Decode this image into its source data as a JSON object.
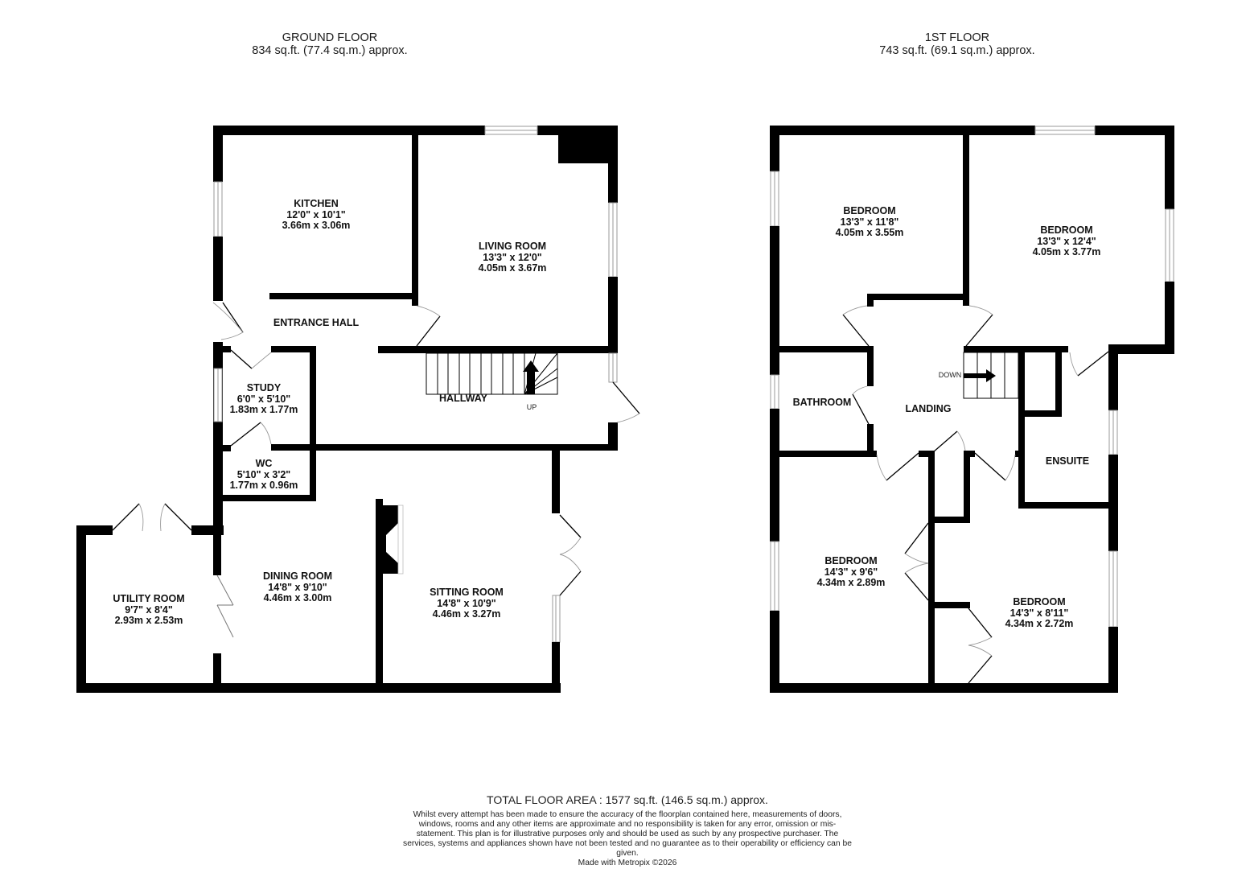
{
  "ground_floor": {
    "name": "GROUND FLOOR",
    "area": "834 sq.ft. (77.4 sq.m.) approx.",
    "rooms": [
      {
        "name": "KITCHEN",
        "imperial": "12'0\"  x 10'1\"",
        "metric": "3.66m  x 3.06m"
      },
      {
        "name": "LIVING ROOM",
        "imperial": "13'3\"  x 12'0\"",
        "metric": "4.05m  x 3.67m"
      },
      {
        "name": "ENTRANCE HALL"
      },
      {
        "name": "STUDY",
        "imperial": "6'0\"  x 5'10\"",
        "metric": "1.83m  x 1.77m"
      },
      {
        "name": "HALLWAY"
      },
      {
        "name": "WC",
        "imperial": "5'10\"  x 3'2\"",
        "metric": "1.77m  x 0.96m"
      },
      {
        "name": "UTILITY ROOM",
        "imperial": "9'7\"  x 8'4\"",
        "metric": "2.93m  x 2.53m"
      },
      {
        "name": "DINING ROOM",
        "imperial": "14'8\"  x 9'10\"",
        "metric": "4.46m  x 3.00m"
      },
      {
        "name": "SITTING ROOM",
        "imperial": "14'8\"  x 10'9\"",
        "metric": "4.46m  x 3.27m"
      }
    ],
    "stairs_label": "UP"
  },
  "first_floor": {
    "name": "1ST FLOOR",
    "area": "743 sq.ft. (69.1 sq.m.) approx.",
    "rooms": [
      {
        "name": "BEDROOM",
        "imperial": "13'3\"  x 11'8\"",
        "metric": "4.05m  x 3.55m"
      },
      {
        "name": "BEDROOM",
        "imperial": "13'3\"  x 12'4\"",
        "metric": "4.05m  x 3.77m"
      },
      {
        "name": "BATHROOM"
      },
      {
        "name": "LANDING"
      },
      {
        "name": "ENSUITE"
      },
      {
        "name": "BEDROOM",
        "imperial": "14'3\"  x 9'6\"",
        "metric": "4.34m  x 2.89m"
      },
      {
        "name": "BEDROOM",
        "imperial": "14'3\"  x 8'11\"",
        "metric": "4.34m  x 2.72m"
      }
    ],
    "stairs_label": "DOWN"
  },
  "footer": {
    "total_area": "TOTAL FLOOR AREA : 1577 sq.ft. (146.5 sq.m.) approx.",
    "disclaimer": "Whilst every attempt has been made to ensure the accuracy of the floorplan contained here, measurements of doors, windows, rooms and any other items are approximate and no responsibility is taken for any error, omission or mis-statement. This plan is for illustrative purposes only and should be used as such by any prospective purchaser. The services, systems and appliances shown have not been tested and no guarantee as to their operability or efficiency can be given.",
    "credit": "Made with Metropix ©2026"
  },
  "colors": {
    "wall": "#000000",
    "background": "#ffffff",
    "door_arc": "#9a9a9a"
  }
}
